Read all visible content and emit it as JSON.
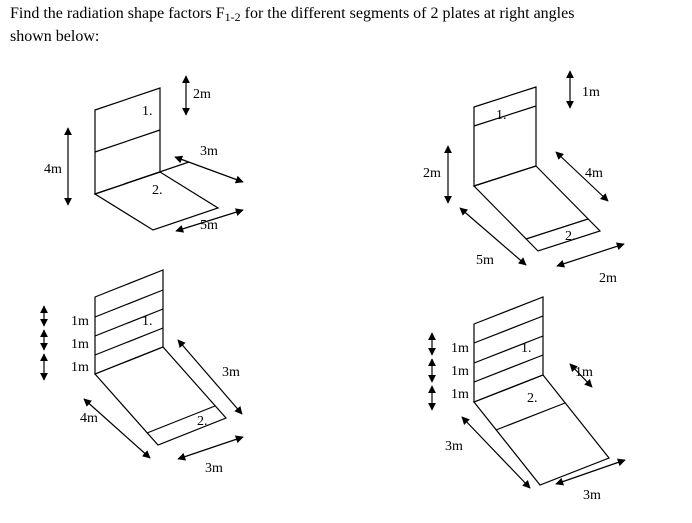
{
  "problem": {
    "line1": "Find the radiation shape factors F",
    "subscript": "1-2",
    "line1_rest": " for the different segments of 2 plates at right angles",
    "line2": "shown below:"
  },
  "fig1": {
    "plate1_label": "1.",
    "plate2_label": "2.",
    "dim_top": "2m",
    "dim_height": "4m",
    "dim_depth": "3m",
    "dim_width": "5m"
  },
  "fig2": {
    "plate1_label": "1.",
    "plate2_label": "2.",
    "dim_top": "1m",
    "dim_height": "2m",
    "dim_depth": "4m",
    "dim_width": "5m",
    "dim_strip": "2m"
  },
  "fig3": {
    "plate1_label": "1.",
    "plate2_label": "2.",
    "dim_seg_top": "1m",
    "dim_seg_mid": "1m",
    "dim_seg_bot": "1m",
    "dim_width": "4m",
    "dim_depth": "3m",
    "dim_strip": "3m"
  },
  "fig4": {
    "plate1_label": "1.",
    "plate2_label": "2.",
    "dim_seg_top": "1m",
    "dim_seg_mid": "1m",
    "dim_seg_bot": "1m",
    "dim_width": "3m",
    "dim_depth": "1m",
    "dim_strip": "3m"
  },
  "colors": {
    "ink": "#000000",
    "background": "#ffffff"
  }
}
